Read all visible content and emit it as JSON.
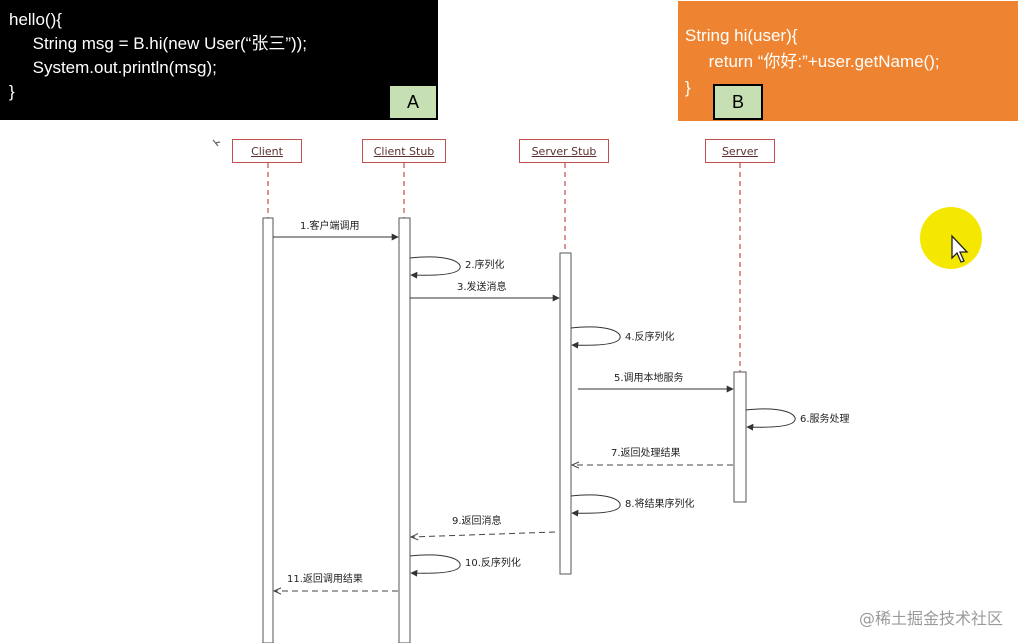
{
  "code_a": {
    "lines": [
      "hello(){",
      "     String msg = B.hi(new User(“张三”));",
      "     System.out.println(msg);",
      "}"
    ],
    "badge": "A"
  },
  "code_b": {
    "lines": [
      "String hi(user){",
      "     return “你好:”+user.getName();",
      "}"
    ],
    "badge": "B"
  },
  "participants": [
    "Client",
    "Client Stub",
    "Server Stub",
    "Server"
  ],
  "messages": [
    "1.客户端调用",
    "2.序列化",
    "3.发送消息",
    "4.反序列化",
    "5.调用本地服务",
    "6.服务处理",
    "7.返回处理结果",
    "8.将结果序列化",
    "9.返回消息",
    "10.反序列化",
    "11.返回调用结果"
  ],
  "watermark": "@稀土掘金技术社区",
  "colors": {
    "code_a_bg": "#000000",
    "code_b_bg": "#ee8431",
    "badge_bg": "#c6e0b4",
    "lifeline": "#c0504d",
    "cursor_highlight": "#f5e800"
  }
}
